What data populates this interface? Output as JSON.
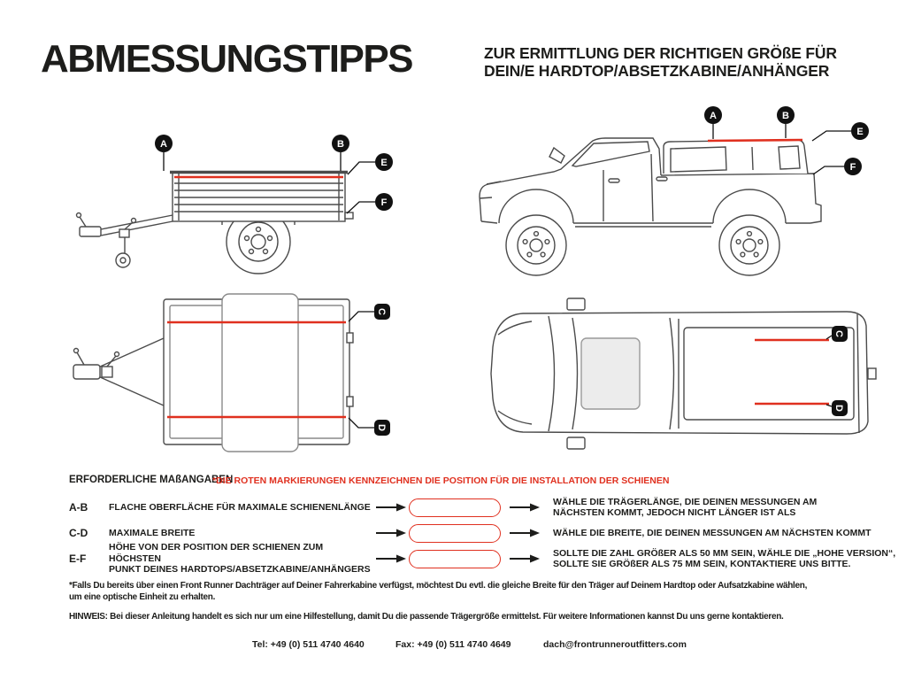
{
  "colors": {
    "red": "#e0301f",
    "ink": "#1d1d1b"
  },
  "header": {
    "title": "ABMESSUNGSTIPPS",
    "subtitle": "ZUR ERMITTLUNG DER RICHTIGEN GRÖßE FÜR\nDEIN/E HARDTOP/ABSETZKABINE/ANHÄNGER"
  },
  "labels": {
    "a": "A",
    "b": "B",
    "c": "C",
    "d": "D",
    "e": "E",
    "f": "F"
  },
  "measurements": {
    "heading": "ERFORDERLICHE MAßANGABEN",
    "note": "*DIE ROTEN MARKIERUNGEN KENNZEICHNEN DIE POSITION FÜR DIE INSTALLATION DER SCHIENEN",
    "rows": [
      {
        "key": "A-B",
        "desc": "FLACHE OBERFLÄCHE FÜR MAXIMALE SCHIENENLÄNGE",
        "value": "",
        "result": "WÄHLE DIE TRÄGERLÄNGE, DIE DEINEN MESSUNGEN AM\nNÄCHSTEN KOMMT, JEDOCH NICHT LÄNGER IST ALS"
      },
      {
        "key": "C-D",
        "desc": "MAXIMALE BREITE",
        "value": "",
        "result": "WÄHLE DIE BREITE, DIE DEINEN MESSUNGEN AM NÄCHSTEN KOMMT"
      },
      {
        "key": "E-F",
        "desc": "HÖHE VON DER POSITION DER SCHIENEN ZUM HÖCHSTEN\nPUNKT DEINES HARDTOPS/ABSETZKABINE/ANHÄNGERS",
        "value": "",
        "result": "SOLLTE DIE ZAHL GRÖßER ALS 50 MM SEIN, WÄHLE DIE „HOHE VERSION“,\nSOLLTE SIE GRÖßER ALS 75 MM SEIN, KONTAKTIERE UNS BITTE."
      }
    ]
  },
  "footnote": "*Falls Du bereits über einen Front Runner Dachträger auf Deiner Fahrerkabine verfügst, möchtest Du evtl. die gleiche Breite für den Träger auf Deinem Hardtop oder Aufsatzkabine wählen,\num eine optische Einheit zu erhalten.",
  "hinweis": "HINWEIS: Bei dieser Anleitung handelt es sich nur um eine Hilfestellung, damit Du die passende Trägergröße ermittelst. Für weitere Informationen kannst Du uns gerne kontaktieren.",
  "footer": {
    "tel": "Tel: +49 (0) 511 4740 4640",
    "fax": "Fax: +49 (0) 511 4740 4649",
    "email": "dach@frontrunneroutfitters.com"
  }
}
